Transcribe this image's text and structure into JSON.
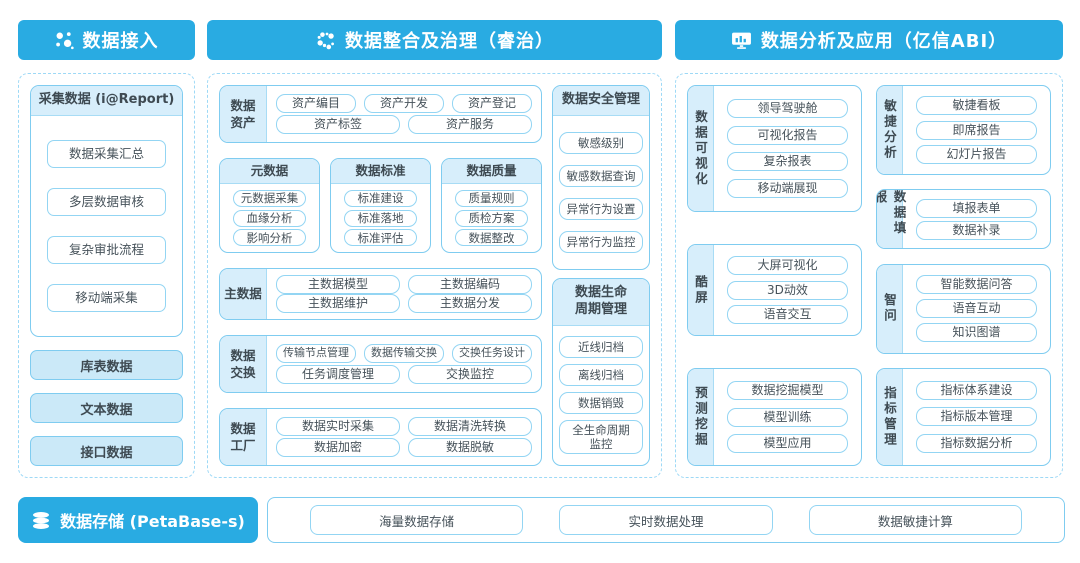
{
  "colors": {
    "primary_blue": "#29ABE2",
    "light_fill": "#D7EEFB",
    "filled_item": "#CBE9F8",
    "box_border": "#7FCCF0",
    "chip_border": "#93D5F3",
    "text": "#46525A"
  },
  "ingest": {
    "header": "数据接入",
    "collect": {
      "title": "采集数据 (i@Report)",
      "items": [
        "数据采集汇总",
        "多层数据审核",
        "复杂审批流程",
        "移动端采集"
      ]
    },
    "sources": [
      "库表数据",
      "文本数据",
      "接口数据"
    ]
  },
  "governance": {
    "header": "数据整合及治理（睿治）",
    "asset": {
      "label": "数据\n资产",
      "row1": [
        "资产编目",
        "资产开发",
        "资产登记"
      ],
      "row2": [
        "资产标签",
        "资产服务"
      ]
    },
    "groups": [
      {
        "title": "元数据",
        "items": [
          "元数据采集",
          "血缘分析",
          "影响分析"
        ]
      },
      {
        "title": "数据标准",
        "items": [
          "标准建设",
          "标准落地",
          "标准评估"
        ]
      },
      {
        "title": "数据质量",
        "items": [
          "质量规则",
          "质检方案",
          "数据整改"
        ]
      }
    ],
    "master": {
      "label": "主数据",
      "row1": [
        "主数据模型",
        "主数据编码"
      ],
      "row2": [
        "主数据维护",
        "主数据分发"
      ]
    },
    "exchange": {
      "label": "数据\n交换",
      "row1": [
        "传输节点管理",
        "数据传输交换",
        "交换任务设计"
      ],
      "row2": [
        "任务调度管理",
        "交换监控"
      ]
    },
    "factory": {
      "label": "数据\n工厂",
      "row1": [
        "数据实时采集",
        "数据清洗转换"
      ],
      "row2": [
        "数据加密",
        "数据脱敏"
      ]
    },
    "security": {
      "title": "数据安全管理",
      "items": [
        "敏感级别",
        "敏感数据查询",
        "异常行为设置",
        "异常行为监控"
      ]
    },
    "lifecycle": {
      "title": "数据生命\n周期管理",
      "items": [
        "近线归档",
        "离线归档",
        "数据销毁",
        "全生命周期\n监控"
      ]
    }
  },
  "analysis": {
    "header": "数据分析及应用（亿信ABI）",
    "visualization": {
      "label": "数据可视化",
      "items": [
        "领导驾驶舱",
        "可视化报告",
        "复杂报表",
        "移动端展现"
      ]
    },
    "coolscreen": {
      "label": "酷屏",
      "items": [
        "大屏可视化",
        "3D动效",
        "语音交互"
      ]
    },
    "prediction": {
      "label": "预测挖掘",
      "items": [
        "数据挖掘模型",
        "模型训练",
        "模型应用"
      ]
    },
    "agile": {
      "label": "敏捷分析",
      "items": [
        "敏捷看板",
        "即席报告",
        "幻灯片报告"
      ]
    },
    "filling": {
      "label": "数据填报",
      "items": [
        "填报表单",
        "数据补录"
      ]
    },
    "ask": {
      "label": "智问",
      "items": [
        "智能数据问答",
        "语音互动",
        "知识图谱"
      ]
    },
    "metrics": {
      "label": "指标管理",
      "items": [
        "指标体系建设",
        "指标版本管理",
        "指标数据分析"
      ]
    }
  },
  "storage": {
    "label": "数据存储 (PetaBase-s)",
    "items": [
      "海量数据存储",
      "实时数据处理",
      "数据敏捷计算"
    ]
  }
}
